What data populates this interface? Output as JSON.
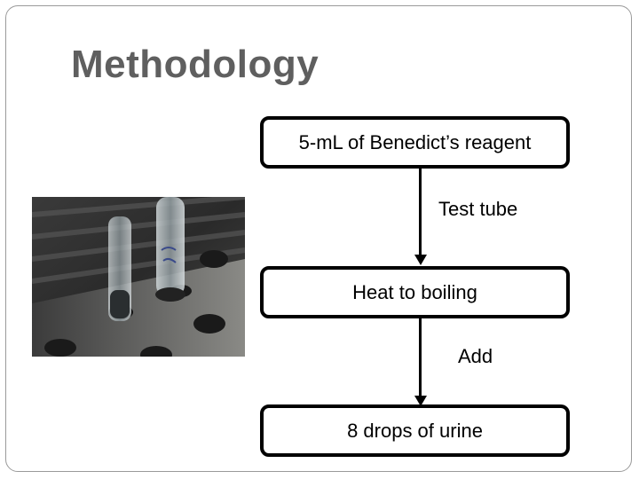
{
  "slide": {
    "title": "Methodology"
  },
  "flowchart": {
    "steps": [
      {
        "label": "5-mL of Benedict’s reagent"
      },
      {
        "label": "Heat to boiling"
      },
      {
        "label": "8 drops of urine"
      }
    ],
    "edges": [
      {
        "label": "Test tube"
      },
      {
        "label": "Add"
      }
    ]
  },
  "photo": {
    "icon": "test-tubes-in-rack-photo"
  }
}
